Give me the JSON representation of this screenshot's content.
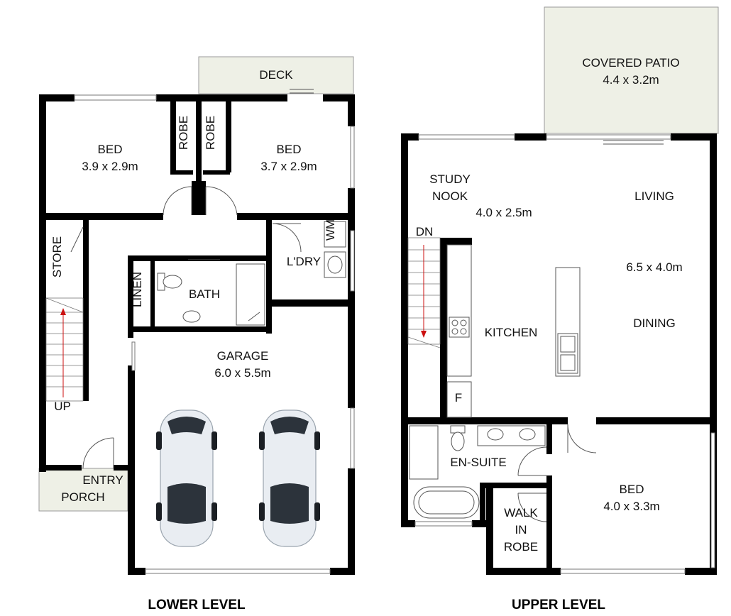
{
  "levels": {
    "lower": {
      "title": "LOWER LEVEL",
      "rooms": {
        "deck": "DECK",
        "bed1_name": "BED",
        "bed1_size": "3.9 x 2.9m",
        "robe1": "ROBE",
        "robe2": "ROBE",
        "bed2_name": "BED",
        "bed2_size": "3.7 x 2.9m",
        "store": "STORE",
        "wm": "WM",
        "laundry": "L'DRY",
        "linen": "LINEN",
        "bath": "BATH",
        "garage_name": "GARAGE",
        "garage_size": "6.0 x 5.5m",
        "stair_up": "UP",
        "entry_line1": "ENTRY",
        "entry_line2": "PORCH"
      }
    },
    "upper": {
      "title": "UPPER LEVEL",
      "rooms": {
        "patio_name": "COVERED PATIO",
        "patio_size": "4.4 x 3.2m",
        "study_line1": "STUDY",
        "study_line2": "NOOK",
        "study_size": "4.0 x 2.5m",
        "living": "LIVING",
        "living_size": "6.5 x 4.0m",
        "stair_down": "DN",
        "kitchen": "KITCHEN",
        "dining": "DINING",
        "fridge": "F",
        "ensuite": "EN-SUITE",
        "bed_name": "BED",
        "bed_size": "4.0 x 3.3m",
        "wir_line1": "WALK",
        "wir_line2": "IN",
        "wir_line3": "ROBE"
      }
    }
  },
  "colors": {
    "wall": "#000000",
    "outdoor_area": "#eef0e6",
    "stair_arrow": "#cc1111"
  },
  "icons": [
    "car-icon",
    "toilet-icon",
    "basin-icon",
    "bathtub-icon",
    "shower-icon",
    "sink-icon",
    "cooktop-icon",
    "washing-machine-icon"
  ]
}
